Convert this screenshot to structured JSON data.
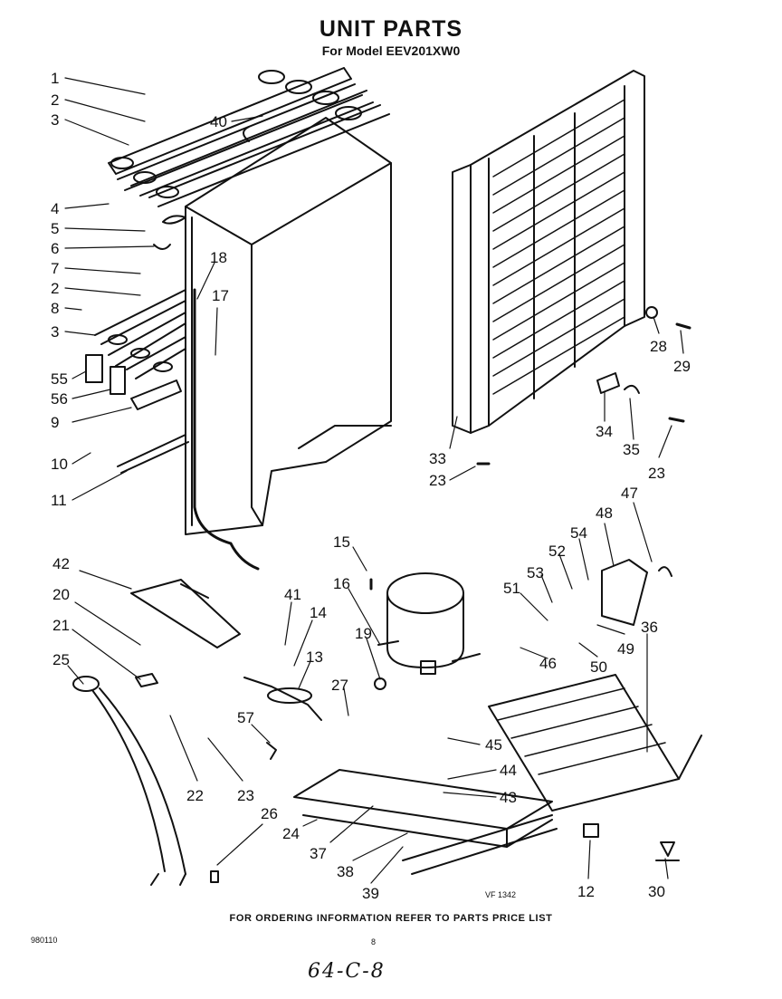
{
  "header": {
    "title": "UNIT PARTS",
    "subtitle": "For Model EEV201XW0"
  },
  "footer": {
    "ordering_note": "FOR ORDERING INFORMATION REFER TO PARTS PRICE LIST",
    "catalog_code": "980110",
    "page_number": "8",
    "handwritten_note": "64-C-8",
    "figure_ref": "VF 1342"
  },
  "callouts": [
    "1",
    "2",
    "3",
    "40",
    "4",
    "5",
    "6",
    "18",
    "7",
    "2",
    "17",
    "8",
    "3",
    "55",
    "56",
    "9",
    "10",
    "11",
    "33",
    "23",
    "28",
    "29",
    "34",
    "35",
    "23",
    "15",
    "16",
    "19",
    "42",
    "20",
    "21",
    "25",
    "41",
    "14",
    "13",
    "27",
    "57",
    "22",
    "23",
    "26",
    "24",
    "37",
    "38",
    "39",
    "45",
    "44",
    "43",
    "47",
    "48",
    "54",
    "52",
    "53",
    "51",
    "49",
    "50",
    "46",
    "36",
    "12",
    "30"
  ]
}
